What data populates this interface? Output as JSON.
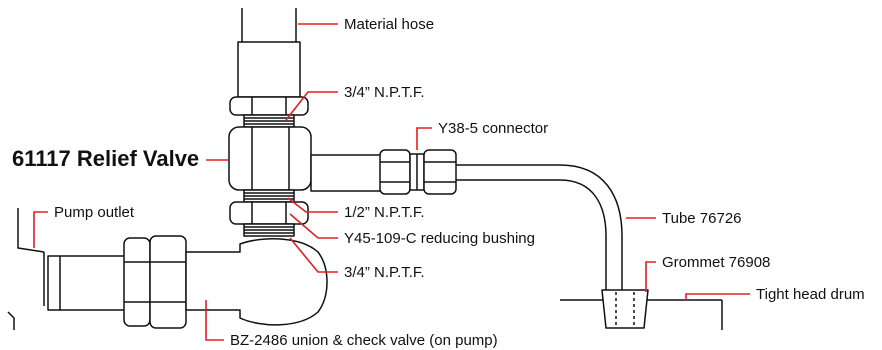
{
  "diagram": {
    "title": "61117 Relief Valve",
    "labels": {
      "material_hose": "Material hose",
      "npt_top": "3/4” N.P.T.F.",
      "connector": "Y38-5 connector",
      "pump_outlet": "Pump outlet",
      "npt_mid": "1/2” N.P.T.F.",
      "bushing": "Y45-109-C reducing bushing",
      "tube": "Tube 76726",
      "grommet": "Grommet 76908",
      "npt_bottom": "3/4” N.P.T.F.",
      "drum": "Tight head drum",
      "union": "BZ-2486 union & check valve (on pump)"
    },
    "colors": {
      "line": "#111111",
      "leader": "#e31e24"
    }
  }
}
